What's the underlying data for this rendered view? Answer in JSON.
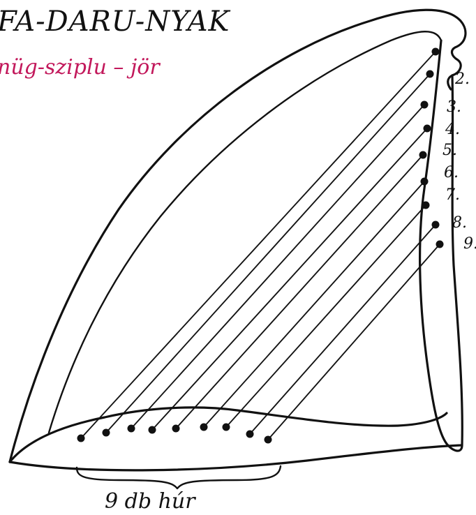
{
  "title": "FA-DARU-NYAK",
  "subtitle": "nüg-sziplu – jör",
  "base_label": "9 db húr",
  "string_numbers": [
    "2.",
    "3.",
    "4.",
    "5.",
    "6.",
    "7.",
    "8.",
    "9."
  ],
  "colors": {
    "ink": "#111111",
    "accent_string": "#b4145a",
    "subtitle": "#c2185b",
    "background": "#ffffff"
  },
  "strings": [
    {
      "id": 1,
      "color": "accent"
    },
    {
      "id": 2,
      "color": "accent"
    },
    {
      "id": 3,
      "color": "ink"
    },
    {
      "id": 4,
      "color": "ink"
    },
    {
      "id": 5,
      "color": "ink"
    },
    {
      "id": 6,
      "color": "ink"
    },
    {
      "id": 7,
      "color": "ink"
    },
    {
      "id": 8,
      "color": "ink"
    },
    {
      "id": 9,
      "color": "ink"
    }
  ]
}
